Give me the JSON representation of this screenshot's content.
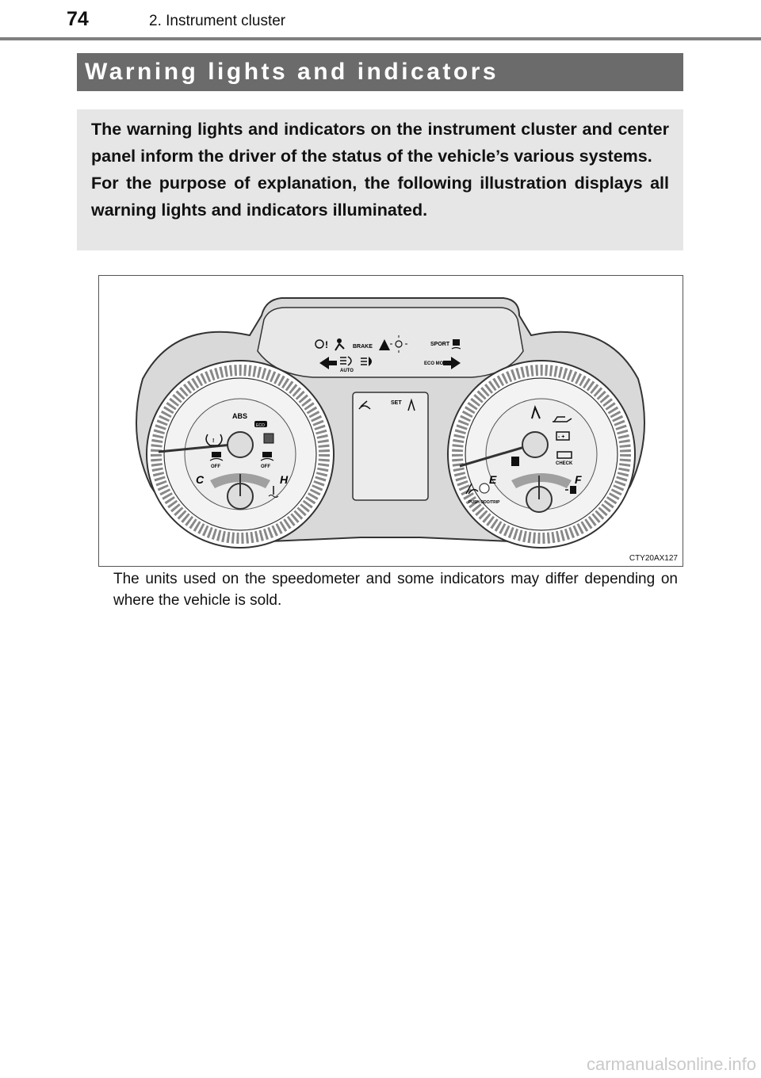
{
  "header": {
    "page_number": "74",
    "chapter_title": "2. Instrument cluster"
  },
  "section": {
    "title": "Warning lights and indicators"
  },
  "intro": {
    "paragraph1": "The warning lights and indicators on the instrument cluster and center panel inform the driver of the status of the vehicle’s various systems.",
    "paragraph2": "For the purpose of explanation, the following illustration displays all warning lights and indicators illuminated."
  },
  "figure": {
    "code": "CTY20AX127",
    "labels": {
      "brake": "BRAKE",
      "sport": "SPORT",
      "auto": "AUTO",
      "eco_mode": "ECO MODE",
      "abs": "ABS",
      "eco": "ECO",
      "off_left": "OFF",
      "off_right": "OFF",
      "temp_cold": "C",
      "temp_hot": "H",
      "set": "SET",
      "fuel_empty": "E",
      "fuel_full": "F",
      "check": "CHECK",
      "push_odo_trip": "PUSH ODO/TRIP"
    },
    "icons": [
      "master-warning-icon",
      "airbag-icon",
      "brake-warning-icon",
      "general-warning-icon",
      "headlight-on-icon",
      "slip-indicator-icon",
      "left-turn-signal-icon",
      "auto-high-beam-icon",
      "high-beam-icon",
      "right-turn-signal-icon",
      "tire-pressure-icon",
      "vsc-off-icon",
      "door-open-icon",
      "engine-temp-icon",
      "cruise-control-icon",
      "seatbelt-icon",
      "oil-pressure-icon",
      "battery-icon",
      "check-engine-icon",
      "fuel-pump-icon"
    ]
  },
  "footnote": "The units used on the speedometer and some indicators may differ depending on where the vehicle is sold.",
  "watermark": "carmanualsonline.info",
  "colors": {
    "section_bar": "#6b6b6b",
    "intro_box": "#e6e6e6",
    "cluster_fill": "#d9d9d9",
    "dial_fill": "#eeeeee"
  }
}
